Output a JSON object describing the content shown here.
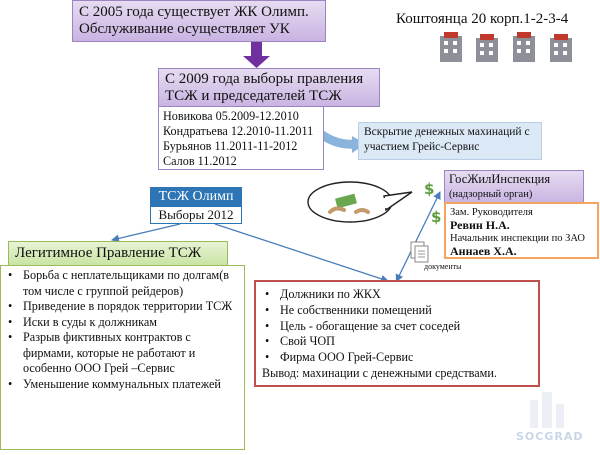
{
  "top_box": {
    "line1": "С 2005 года существует ЖК Олимп.",
    "line2": "Обслуживание осуществляет УК"
  },
  "address": "Коштоянца 20 корп.1-2-3-4",
  "box2009": {
    "line1": "С 2009 года выборы правления",
    "line2": "ТСЖ и председателей ТСЖ"
  },
  "chairs": [
    "Новикова 05.2009-12.2010",
    "Кондратьева 12.2010-11.2011",
    "Бурьянов 11.2011-11-2012",
    "Салов 11.2012"
  ],
  "fraud_note": "Вскрытие денежных махинаций с участием Грейс-Сервис",
  "gzhi": {
    "title": "ГосЖилИнспекция",
    "subtitle": "(надзорный орган)",
    "deputy_role": "Зам. Руководителя",
    "deputy_name": "Ревин Н.А.",
    "head_role": "Начальник инспекции по ЗАО",
    "head_name": "Аннаев Х.А."
  },
  "tsj": {
    "title": "ТСЖ Олимп",
    "subtitle": "Выборы 2012"
  },
  "legit_title": "Легитимное Правление ТСЖ",
  "legit_items": [
    "Борьба с неплательщиками по долгам(в том числе с группой рейдеров)",
    "Приведение в порядок территории ТСЖ",
    "Иски в суды к должникам",
    "Разрыв фиктивных контрактов с фирмами, которые не работают и особенно ООО Грей –Сервис",
    "Уменьшение коммунальных платежей"
  ],
  "debt_items": [
    "Должники по ЖКХ",
    "Не собственники помещений",
    "Цель - обогащение за счет соседей",
    "Свой ЧОП",
    "Фирма ООО Грей-Сервис"
  ],
  "conclusion": "Вывод: махинации с денежными средствами.",
  "documents_label": "документы",
  "watermark": "SOCGRAD",
  "colors": {
    "purple_fill": "#d9c8ec",
    "purple_border": "#9b84c0",
    "arrow_purple": "#7030a0",
    "tsj_blue": "#2e75b6",
    "green_border": "#9bbb59",
    "green_fill": "#dcefc3",
    "orange_border": "#f4a460",
    "red_border": "#c0504d",
    "connector_blue": "#4a7ebb"
  }
}
